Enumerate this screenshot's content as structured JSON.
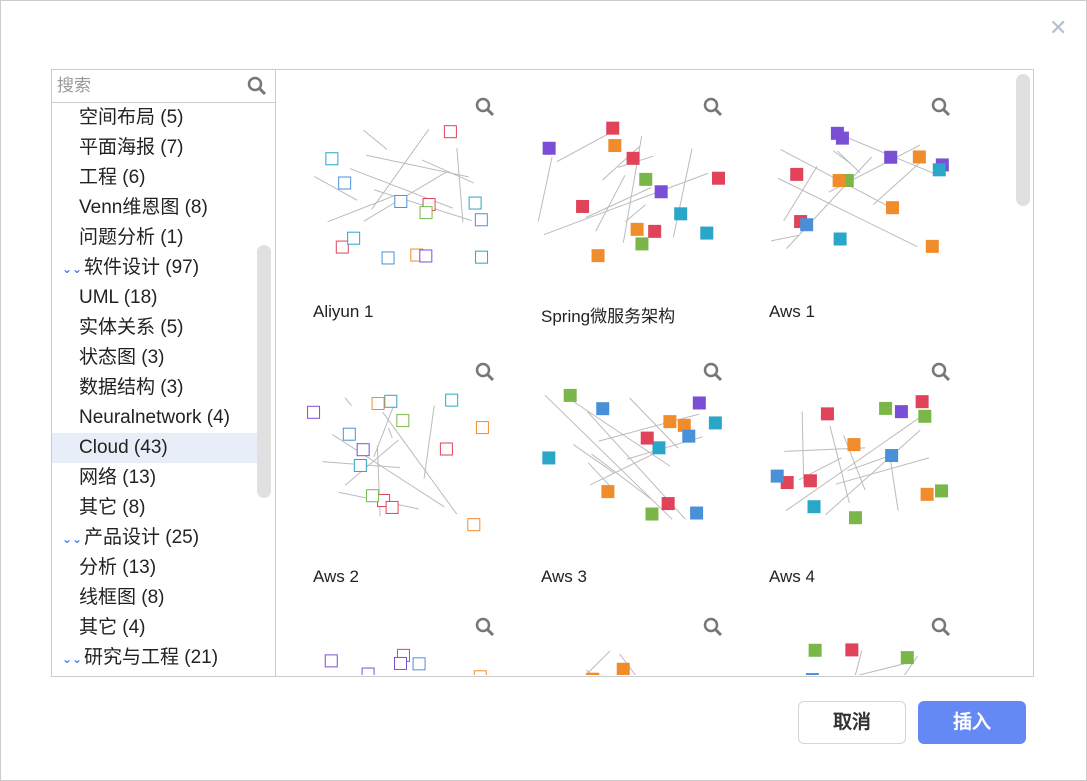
{
  "search": {
    "placeholder": "搜索"
  },
  "tree": {
    "partial_item": "空间布局 (5)",
    "group1_items": [
      "平面海报 (7)",
      "工程 (6)",
      "Venn维恩图 (8)",
      "问题分析 (1)"
    ],
    "categories": [
      {
        "label": "软件设计 (97)",
        "items": [
          "UML (18)",
          "实体关系 (5)",
          "状态图 (3)",
          "数据结构 (3)",
          "Neuralnetwork (4)",
          "Cloud (43)",
          "网络 (13)",
          "其它 (8)"
        ]
      },
      {
        "label": "产品设计 (25)",
        "items": [
          "分析 (13)",
          "线框图 (8)",
          "其它 (4)"
        ]
      },
      {
        "label": "研究与工程 (21)",
        "items": []
      }
    ],
    "selected": "Cloud (43)"
  },
  "templates": [
    "Aliyun 1",
    "Spring微服务架构",
    "Aws 1",
    "Aws 2",
    "Aws 3",
    "Aws 4",
    "",
    "",
    ""
  ],
  "buttons": {
    "cancel": "取消",
    "insert": "插入"
  },
  "colors": {
    "accent": "#6489f5",
    "selected_bg": "#e8eef8"
  }
}
